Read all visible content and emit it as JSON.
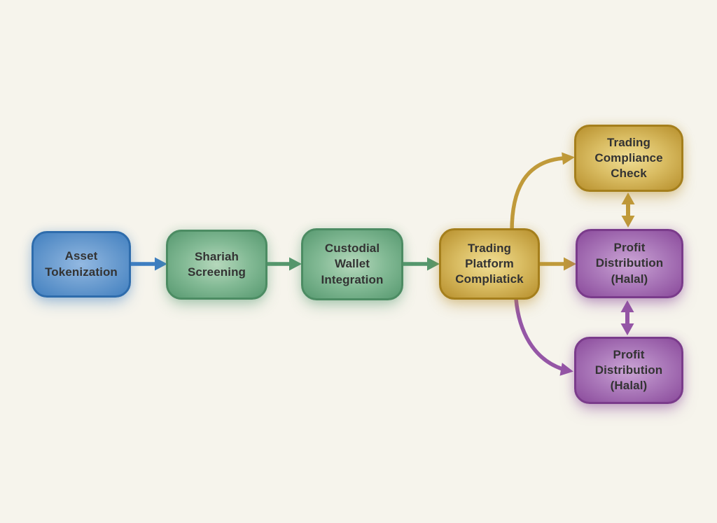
{
  "diagram_type": "flowchart",
  "colors": {
    "background": "#f6f4ec",
    "text": "#333333",
    "blue_box": "#4280c0",
    "green_box": "#579970",
    "gold_box": "#b78f2c",
    "purple_box": "#8a4a9b",
    "blue_arrow": "#3e7ec2",
    "green_arrow": "#55976d",
    "gold_arrow": "#c09a3a",
    "purple_arrow": "#9556a6"
  },
  "nodes": [
    {
      "id": "asset-tokenization",
      "color": "blue",
      "label": "Asset\nTokenization"
    },
    {
      "id": "shariah-screening",
      "color": "green",
      "label": "Shariah\nScreening"
    },
    {
      "id": "custodial-wallet-integration",
      "color": "green",
      "label": "Custodial\nWallet\nIntegration"
    },
    {
      "id": "trading-platform-compliatick",
      "color": "gold",
      "label": "Trading\nPlatform\nCompliatick"
    },
    {
      "id": "trading-compliance-check",
      "color": "gold",
      "label": "Trading\nCompliance\nCheck"
    },
    {
      "id": "profit-distribution-halal-mid",
      "color": "purple",
      "label": "Profit\nDistribution\n(Halal)"
    },
    {
      "id": "profit-distribution-halal-bot",
      "color": "purple",
      "label": "Profit\nDistribution\n(Halal)"
    }
  ],
  "edges": [
    {
      "from": "asset-tokenization",
      "to": "shariah-screening",
      "direction": "one-way",
      "shape": "straight",
      "color": "blue"
    },
    {
      "from": "shariah-screening",
      "to": "custodial-wallet-integration",
      "direction": "one-way",
      "shape": "straight",
      "color": "green"
    },
    {
      "from": "custodial-wallet-integration",
      "to": "trading-platform-compliatick",
      "direction": "one-way",
      "shape": "straight",
      "color": "green"
    },
    {
      "from": "trading-platform-compliatick",
      "to": "trading-compliance-check",
      "direction": "one-way",
      "shape": "curved",
      "color": "gold"
    },
    {
      "from": "trading-platform-compliatick",
      "to": "profit-distribution-halal-mid",
      "direction": "one-way",
      "shape": "straight",
      "color": "gold"
    },
    {
      "from": "trading-platform-compliatick",
      "to": "profit-distribution-halal-bot",
      "direction": "one-way",
      "shape": "curved",
      "color": "purple"
    },
    {
      "from": "trading-compliance-check",
      "to": "profit-distribution-halal-mid",
      "direction": "two-way",
      "shape": "straight",
      "color": "gold"
    },
    {
      "from": "profit-distribution-halal-mid",
      "to": "profit-distribution-halal-bot",
      "direction": "two-way",
      "shape": "straight",
      "color": "purple"
    }
  ]
}
